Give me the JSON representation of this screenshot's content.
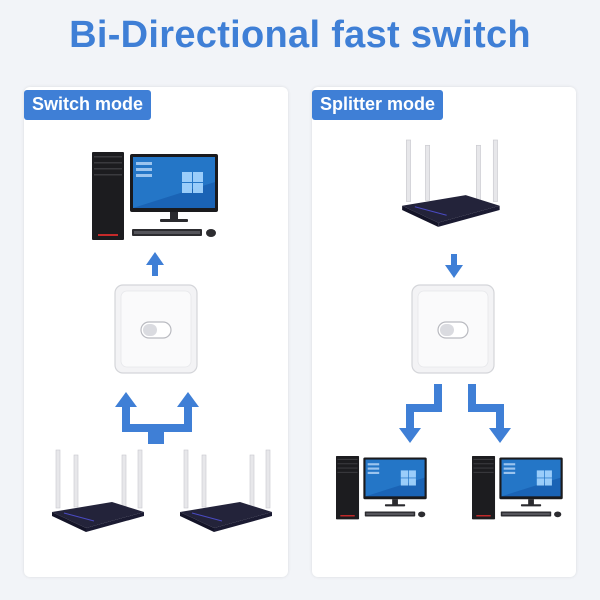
{
  "header": {
    "title": "Bi-Directional fast switch"
  },
  "panels": {
    "left": {
      "label": "Switch mode"
    },
    "right": {
      "label": "Splitter mode"
    }
  },
  "colors": {
    "accent": "#3f7fd6",
    "panel": "#ffffff",
    "background": "#f2f4f8"
  },
  "icons": [
    "computer-tower-icon",
    "monitor-icon",
    "keyboard-icon",
    "mouse-icon",
    "router-icon",
    "switch-box-icon",
    "arrow-icon"
  ]
}
